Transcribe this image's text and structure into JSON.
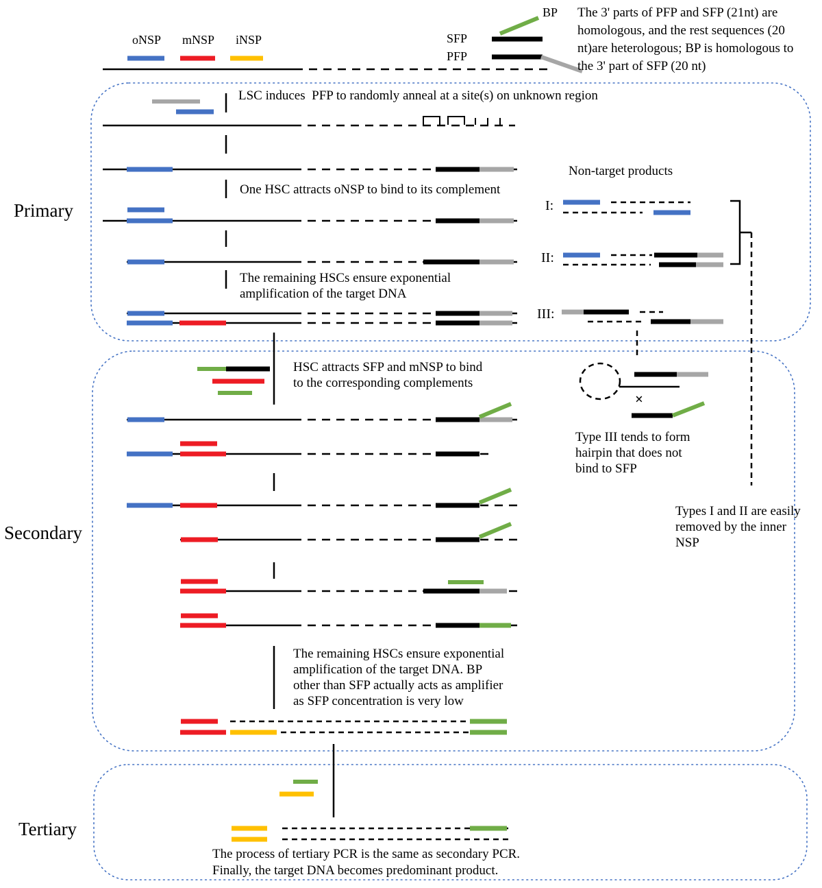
{
  "palette": {
    "blue": "#4472C4",
    "red": "#ED1C24",
    "yellow": "#FFC000",
    "green": "#70AD47",
    "gray": "#A6A6A6",
    "black": "#000000",
    "box_border": "#4472C4"
  },
  "legend": {
    "onsp": "oNSP",
    "mnsp": "mNSP",
    "insp": "iNSP",
    "bp": "BP",
    "sfp": "SFP",
    "pfp": "PFP"
  },
  "top_note": {
    "l1": "The 3' parts of PFP and SFP (21nt) are",
    "l2": "homologous, and the rest sequences (20",
    "l3": "nt)are heterologous; BP is homologous to",
    "l4": "the 3' part of SFP (20 nt)"
  },
  "sections": {
    "primary": "Primary",
    "secondary": "Secondary",
    "tertiary": "Tertiary"
  },
  "primary": {
    "step1": "LSC induces  PFP to randomly anneal at a site(s) on unknown region",
    "step2": "One HSC attracts oNSP to bind to its complement",
    "step3_l1": "The remaining HSCs ensure exponential",
    "step3_l2": "amplification of the target DNA",
    "nontarget_title": "Non-target products",
    "label_i": "I:",
    "label_ii": "II:",
    "label_iii": "III:"
  },
  "secondary": {
    "step1_l1": "HSC attracts SFP and mNSP to bind",
    "step1_l2": "to the corresponding complements",
    "step2_l1": "The remaining HSCs ensure exponential",
    "step2_l2": "amplification of the target DNA. BP",
    "step2_l3": "other than SFP actually acts as amplifier",
    "step2_l4": "as SFP concentration is very low"
  },
  "annotations": {
    "hairpin_l1": "Type III tends to form",
    "hairpin_l2": "hairpin that does not",
    "hairpin_l3": "bind to SFP",
    "removed_l1": "Types I and II are easily",
    "removed_l2": "removed by the inner",
    "removed_l3": "NSP",
    "cross": "×"
  },
  "tertiary": {
    "note_l1": "The process of tertiary PCR is the same as secondary PCR.",
    "note_l2": "Finally, the target DNA becomes predominant product."
  }
}
